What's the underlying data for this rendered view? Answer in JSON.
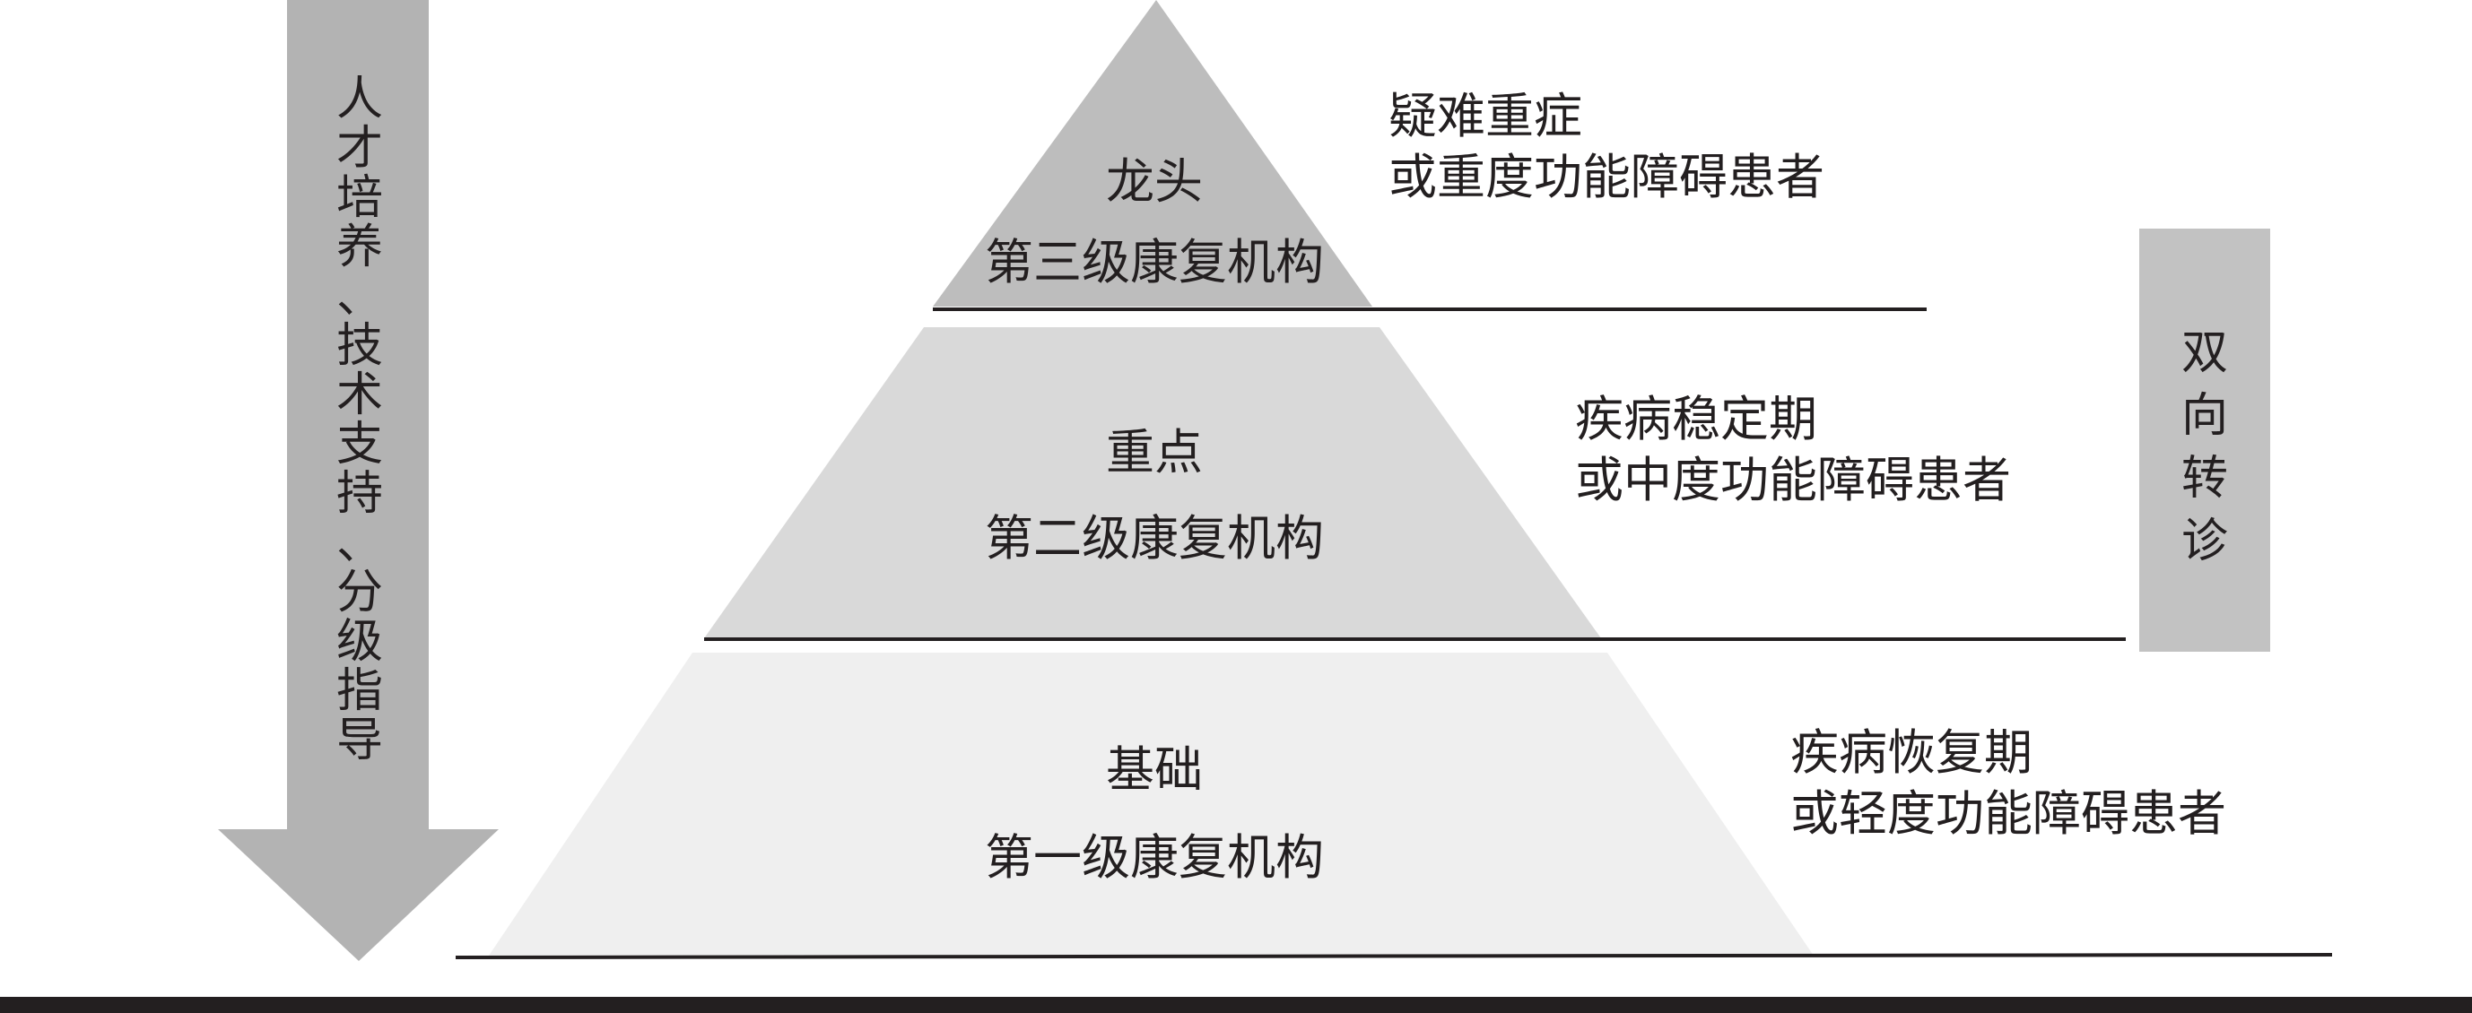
{
  "left_arrow": {
    "text": [
      "人",
      "才",
      "培",
      "养",
      "、",
      "技",
      "术",
      "支",
      "持",
      "、",
      "分",
      "级",
      "指",
      "导"
    ],
    "color": "#b3b3b3"
  },
  "levels": [
    {
      "tier": "龙头",
      "institution": "第三级康复机构",
      "patients": [
        "疑难重症",
        "或重度功能障碍患者"
      ],
      "color": "#bdbdbd"
    },
    {
      "tier": "重点",
      "institution": "第二级康复机构",
      "patients": [
        "疾病稳定期",
        "或中度功能障碍患者"
      ],
      "color": "#d9d9d9"
    },
    {
      "tier": "基础",
      "institution": "第一级康复机构",
      "patients": [
        "疾病恢复期",
        "或轻度功能障碍患者"
      ],
      "color": "#efefef"
    }
  ],
  "right_box": {
    "text": [
      "双",
      "向",
      "转",
      "诊"
    ],
    "color": "#c2c2c2"
  },
  "bottom_bar_color": "#231f20"
}
